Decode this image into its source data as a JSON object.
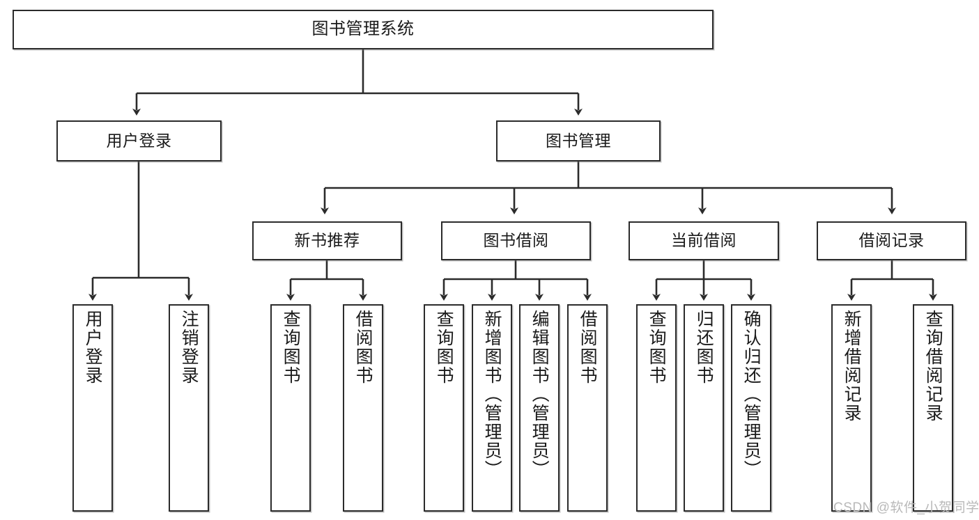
{
  "diagram": {
    "title": "图书管理系统",
    "watermark": "CSDN @软件_小贺同学",
    "line_color": "#2b2b2b",
    "box_fill": "#ffffff",
    "text_color": "#1a1a1a",
    "watermark_color": "#b9b9b9"
  },
  "nodes": {
    "root": {
      "label": "图书管理系统"
    },
    "level2": [
      {
        "label": "用户登录"
      },
      {
        "label": "图书管理"
      }
    ],
    "level3": [
      {
        "label": "新书推荐"
      },
      {
        "label": "图书借阅"
      },
      {
        "label": "当前借阅"
      },
      {
        "label": "借阅记录"
      }
    ],
    "leaves": {
      "user_login": [
        {
          "label": "用户登录"
        },
        {
          "label": "注销登录"
        }
      ],
      "new_book": [
        {
          "label": "查询图书"
        },
        {
          "label": "借阅图书"
        }
      ],
      "book_borrow": [
        {
          "label": "查询图书"
        },
        {
          "label": "新增图书（管理员）"
        },
        {
          "label": "编辑图书（管理员）"
        },
        {
          "label": "借阅图书"
        }
      ],
      "current_borrow": [
        {
          "label": "查询图书"
        },
        {
          "label": "归还图书"
        },
        {
          "label": "确认归还（管理员）"
        }
      ],
      "borrow_record": [
        {
          "label": "新增借阅记录"
        },
        {
          "label": "查询借阅记录"
        }
      ]
    }
  },
  "tree": {
    "type": "hierarchy",
    "edges": [
      {
        "from": "图书管理系统",
        "to": "用户登录"
      },
      {
        "from": "图书管理系统",
        "to": "图书管理"
      },
      {
        "from": "用户登录",
        "to": "用户登录"
      },
      {
        "from": "用户登录",
        "to": "注销登录"
      },
      {
        "from": "图书管理",
        "to": "新书推荐"
      },
      {
        "from": "图书管理",
        "to": "图书借阅"
      },
      {
        "from": "图书管理",
        "to": "当前借阅"
      },
      {
        "from": "图书管理",
        "to": "借阅记录"
      },
      {
        "from": "新书推荐",
        "to": "查询图书"
      },
      {
        "from": "新书推荐",
        "to": "借阅图书"
      },
      {
        "from": "图书借阅",
        "to": "查询图书"
      },
      {
        "from": "图书借阅",
        "to": "新增图书（管理员）"
      },
      {
        "from": "图书借阅",
        "to": "编辑图书（管理员）"
      },
      {
        "from": "图书借阅",
        "to": "借阅图书"
      },
      {
        "from": "当前借阅",
        "to": "查询图书"
      },
      {
        "from": "当前借阅",
        "to": "归还图书"
      },
      {
        "from": "当前借阅",
        "to": "确认归还（管理员）"
      },
      {
        "from": "借阅记录",
        "to": "新增借阅记录"
      },
      {
        "from": "借阅记录",
        "to": "查询借阅记录"
      }
    ]
  }
}
